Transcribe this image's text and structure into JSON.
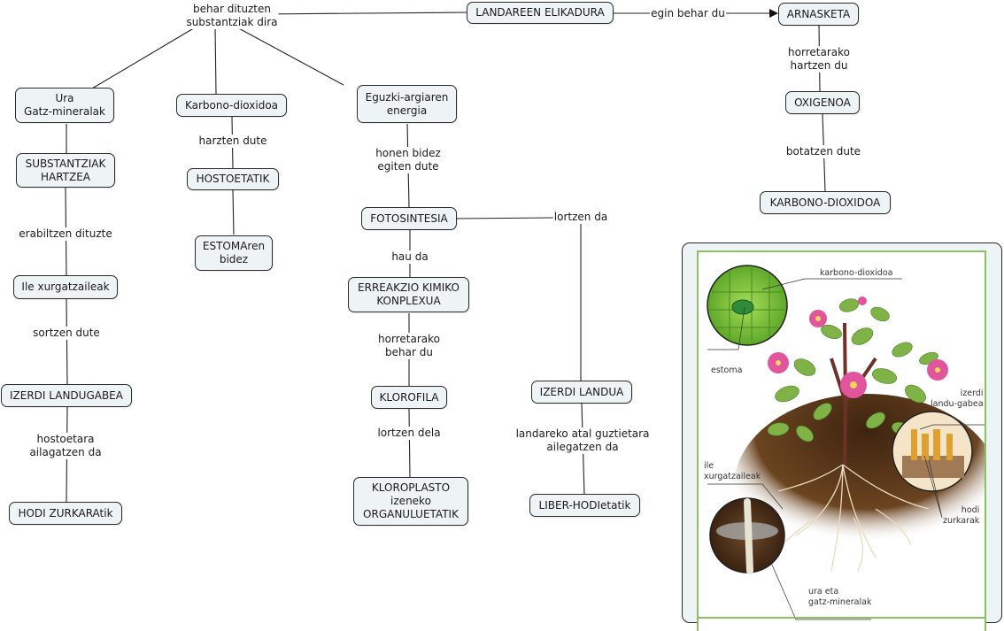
{
  "title": "LANDAREEN ELIKADURA",
  "concepts": {
    "landareen_elikadura": "LANDAREEN ELIKADURA",
    "arnasketa": "ARNASKETA",
    "oxigenoa": "OXIGENOA",
    "karbono_dioxidoa_upper": "KARBONO-DIOXIDOA",
    "ura_gatz": "Ura\nGatz-mineralak",
    "karbono_dioxidoa": "Karbono-dioxidoa",
    "eguzki": "Eguzki-argiaren\nenergia",
    "substantziak_hartzea": "SUBSTANTZIAK\nHARTZEA",
    "hostoetatik": "HOSTOETATIK",
    "estomaren": "ESTOMAren\nbidez",
    "ile_xurgatzaileak": "Ile xurgatzaileak",
    "izerdi_landugabea": "IZERDI LANDUGABEA",
    "hodi_zurkaratik": "HODI ZURKARAtik",
    "fotosintesia": "FOTOSINTESIA",
    "erreakzio": "ERREAKZIO KIMIKO\nKONPLEXUA",
    "klorofila": "KLOROFILA",
    "kloroplasto": "KLOROPLASTO\nizeneko\nORGANULUETATIK",
    "izerdi_landua": "IZERDI LANDUA",
    "liber_hodi": "LIBER-HODIetatik"
  },
  "linking_phrases": {
    "behar_dituzten": "behar dituzten\nsubstantziak dira",
    "egin_behar_du": "egin behar du",
    "horretarako_hartzen": "horretarako\nhartzen du",
    "botatzen_dute": "botatzen dute",
    "harzten_dute": "harzten dute",
    "erabiltzen": "erabiltzen dituzte",
    "sortzen_dute": "sortzen dute",
    "hostoetara": "hostoetara\nailagatzen da",
    "honen_bidez": "honen bidez\negiten dute",
    "lortzen_da": "lortzen da",
    "hau_da": "hau da",
    "horretarako_behar": "horretarako\nbehar du",
    "lortzen_dela": "lortzen dela",
    "landareko": "landareko atal guztietara\nailegatzen da"
  },
  "image_panel": {
    "labels": {
      "karbono_dioxidoa": "karbono-dioxidoa",
      "estoma": "estoma",
      "izerdi_landugabea": "izerdi\nlandu-gabea",
      "ile_xurgatzaileak": "ile\nxurgatzaileak",
      "hodi_zurkarak": "hodi\nzurkarak",
      "ura_eta_gatz": "ura eta\ngatz-mineralak"
    }
  },
  "colors": {
    "node_fill": "#eef3f6",
    "node_border": "#2b2b2b",
    "frame_green": "#8cc063",
    "leaf_green": "#7fb347",
    "flower_pink": "#e0559b",
    "soil_brown": "#5a3a1c"
  }
}
